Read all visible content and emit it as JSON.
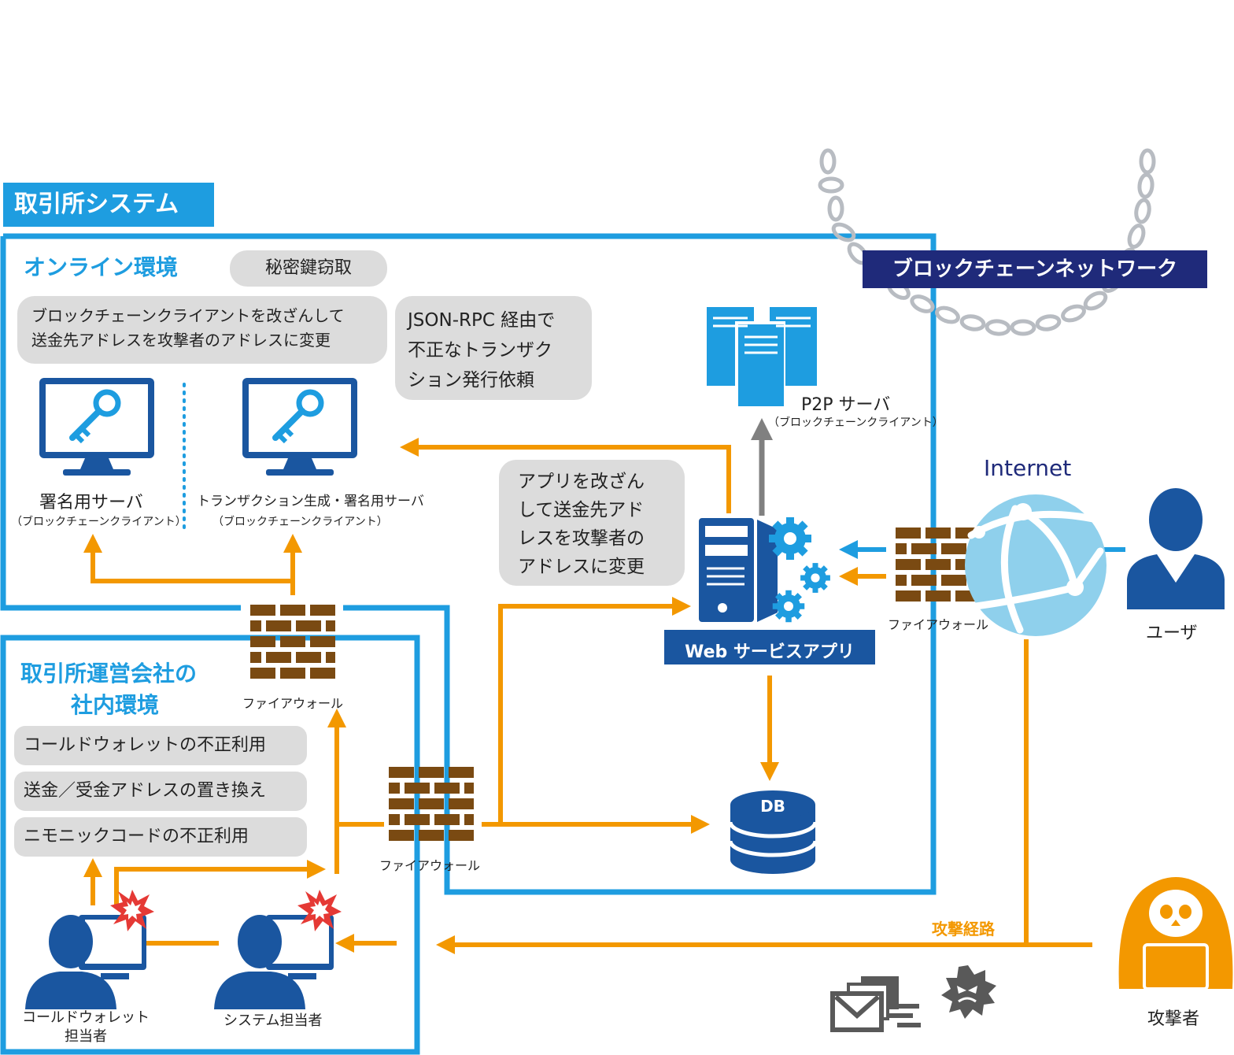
{
  "system_title": "取引所システム",
  "online_env": "オンライン環境",
  "internal_env_line1": "取引所運営会社の",
  "internal_env_line2": "社内環境",
  "blockchain_network": "ブロックチェーンネットワーク",
  "bubbles": {
    "key_theft": "秘密鍵窃取",
    "client_tamper": [
      "ブロックチェーンクライアントを改ざんして",
      "送金先アドレスを攻撃者のアドレスに変更"
    ],
    "json_rpc": [
      "JSON-RPC 経由で",
      "不正なトランザク",
      "ション発行依頼"
    ],
    "app_tamper": [
      "アプリを改ざん",
      "して送金先アド",
      "レスを攻撃者の",
      "アドレスに変更"
    ],
    "cold_wallet_abuse": "コールドウォレットの不正利用",
    "address_swap": "送金／受金アドレスの置き換え",
    "mnemonic_abuse": "ニモニックコードの不正利用"
  },
  "labels": {
    "signing_server": "署名用サーバ",
    "signing_server_sub": "（ブロックチェーンクライアント）",
    "tx_server": "トランザクション生成・署名用サーバ",
    "tx_server_sub": "（ブロックチェーンクライアント）",
    "p2p_server": "P2P サーバ",
    "p2p_server_sub": "（ブロックチェーンクライアント）",
    "web_app": "Web サービスアプリ",
    "db": "DB",
    "internet": "Internet",
    "user": "ユーザ",
    "attacker": "攻撃者",
    "attack_route": "攻撃経路",
    "firewall_1": "ファイアウォール",
    "firewall_2": "ファイアウォール",
    "firewall_3": "ファイアウォール",
    "cold_wallet_staff_1": "コールドウォレット",
    "cold_wallet_staff_2": "担当者",
    "system_staff": "システム担当者"
  },
  "colors": {
    "system_blue": "#1e9de0",
    "arrow_orange": "#f39800",
    "dark_blue": "#1a56a0",
    "navy": "#1f2a7a",
    "firewall_brown": "#7a4a12",
    "bubble_gray": "#dcdcdc",
    "arrow_gray": "#808080"
  },
  "icons": {
    "server_key": "key-monitor-icon",
    "p2p": "server-rack-icon",
    "web_app": "gear-server-icon",
    "db": "database-icon",
    "internet": "globe-icon",
    "user": "user-icon",
    "attacker": "hooded-skull-icon",
    "mail": "email-stack-icon",
    "malware": "malware-icon",
    "chain": "chain-icon",
    "alert": "explosion-icon"
  }
}
